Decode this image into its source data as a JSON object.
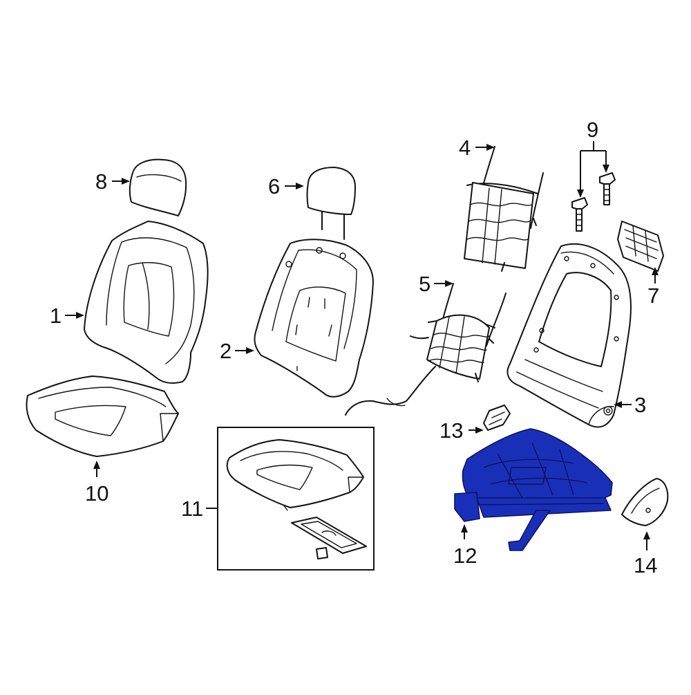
{
  "colors": {
    "background": "#ffffff",
    "line": "#111111",
    "highlight": "#1a2fb8"
  },
  "callouts": {
    "c1": "1",
    "c2": "2",
    "c3": "3",
    "c4": "4",
    "c5": "5",
    "c6": "6",
    "c7": "7",
    "c8": "8",
    "c9": "9",
    "c10": "10",
    "c11": "11",
    "c12": "12",
    "c13": "13",
    "c14": "14"
  },
  "highlighted_part": "12"
}
